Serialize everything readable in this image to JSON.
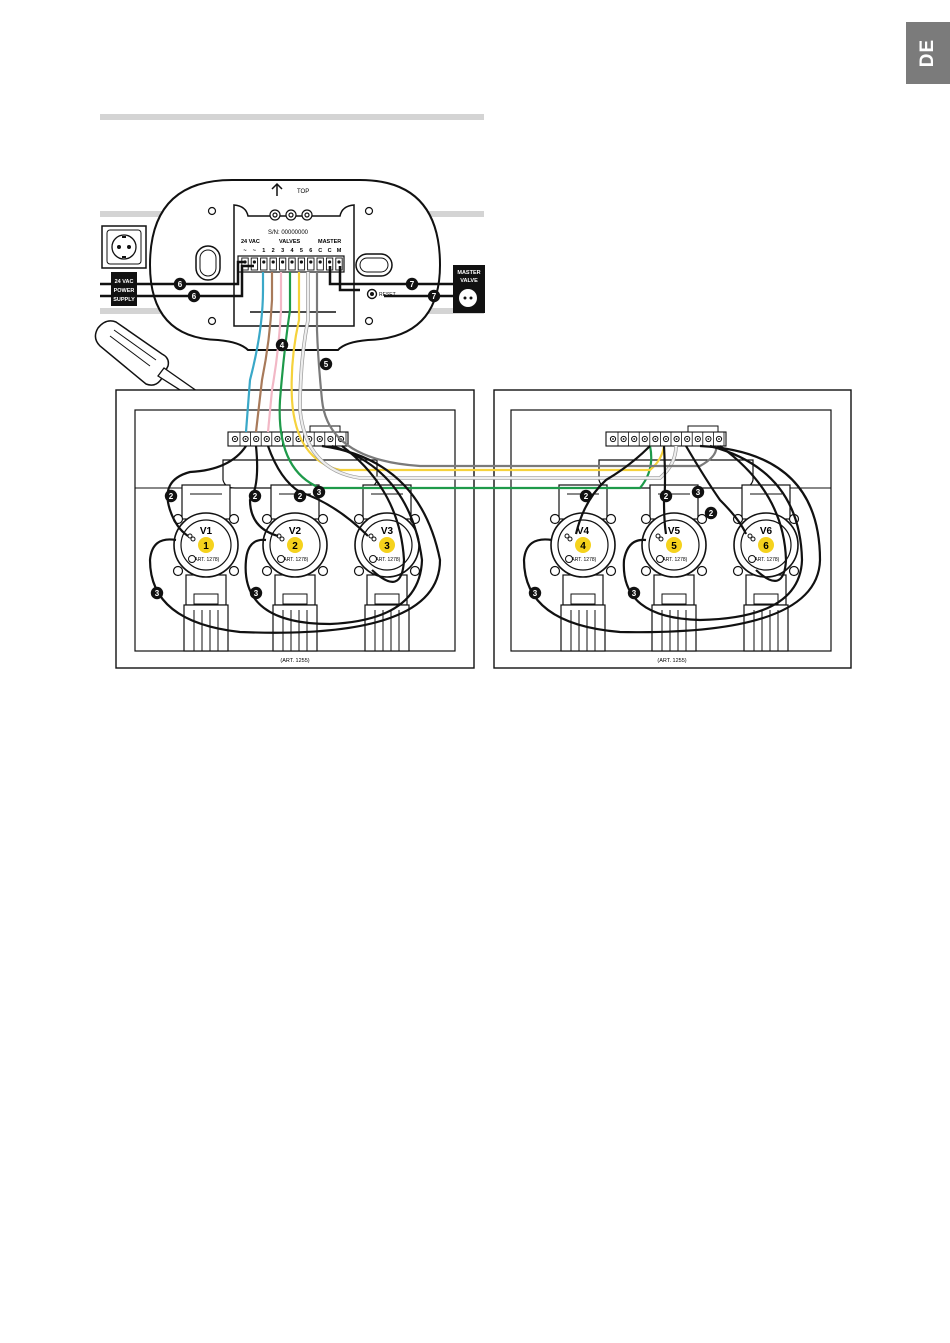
{
  "page": {
    "language_tab": "DE"
  },
  "controller": {
    "top_label": "TOP",
    "serial": "S/N: 00000000",
    "group_labels": {
      "power": "24 VAC",
      "valves": "VALVES",
      "master": "MASTER"
    },
    "terminals": [
      "~",
      "~",
      "1",
      "2",
      "3",
      "4",
      "5",
      "6",
      "C",
      "C",
      "M"
    ],
    "reset_label": "RESET"
  },
  "power_supply": {
    "label_lines": [
      "24 VAC",
      "POWER",
      "SUPPLY"
    ]
  },
  "master_valve": {
    "label_lines": [
      "MASTER",
      "VALVE"
    ]
  },
  "boxes": [
    {
      "art_label": "(ART. 1255)",
      "valves": [
        "V1",
        "V2",
        "V3"
      ],
      "numbers": [
        "1",
        "2",
        "3"
      ]
    },
    {
      "art_label": "(ART. 1255)",
      "valves": [
        "V4",
        "V5",
        "V6"
      ],
      "numbers": [
        "4",
        "5",
        "6"
      ]
    }
  ],
  "solenoid_art_label": "(ART. 1278)",
  "callouts": {
    "power_wire": "6",
    "master_wire": "7",
    "valve_cable": "4",
    "common_cable": "5",
    "valve_wire": "2",
    "common_wire": "3"
  },
  "wire_colors": {
    "v1": "#3aa8c8",
    "v2": "#a87a5a",
    "v3": "#f2b8c6",
    "v4": "#1e9a4a",
    "v5": "#f5d23c",
    "v6": "#eeeeee",
    "common": "#7a7a7a",
    "black": "#111111"
  },
  "colors": {
    "callout_fill": "#111111",
    "number_fill": "#f5d21c",
    "divider": "#d4d4d4",
    "tab": "#7b7b7b"
  }
}
